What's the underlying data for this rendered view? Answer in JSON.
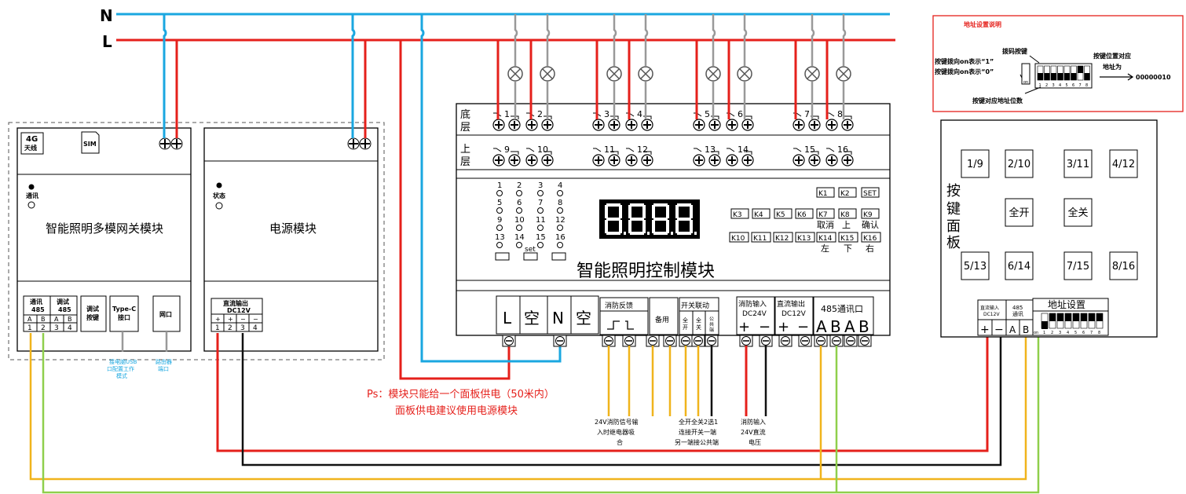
{
  "bus": {
    "n_label": "N",
    "l_label": "L"
  },
  "gateway": {
    "antenna": "4G\n天线",
    "sim": "SIM",
    "led_label": "通讯",
    "title": "智能照明多模网关模块",
    "port_485_comm": "通讯\n485",
    "port_485_debug": "调试\n485",
    "debug_key": "调试\n按键",
    "typec": "Type-C\n接口",
    "net": "网口",
    "terms": [
      "A",
      "B",
      "A",
      "B"
    ],
    "nums": [
      "1",
      "2",
      "3",
      "4"
    ],
    "typec_note": "接电脑USB\n口配置工作\n模式",
    "net_note": "路由器\n端口"
  },
  "power": {
    "led_label": "状态",
    "title": "电源模块",
    "out_label": "直流输出\nDC12V",
    "terms": [
      "+",
      "+",
      "−",
      "−"
    ],
    "nums": [
      "1",
      "2",
      "3",
      "4"
    ]
  },
  "controller": {
    "row_bottom": "底\n层",
    "row_top": "上\n层",
    "relays_bottom": [
      "1",
      "2",
      "3",
      "4",
      "5",
      "6",
      "7",
      "8"
    ],
    "relays_top": [
      "9",
      "10",
      "11",
      "12",
      "13",
      "14",
      "15",
      "16"
    ],
    "leds": [
      "1",
      "2",
      "3",
      "4",
      "5",
      "6",
      "7",
      "8",
      "9",
      "10",
      "11",
      "12",
      "13",
      "14",
      "15",
      "16"
    ],
    "set_label": "set",
    "display": "8.8.8.8",
    "keys_row1": [
      "K1",
      "K2",
      "SET"
    ],
    "keys_row2": [
      "K3",
      "K4",
      "K5",
      "K6",
      "K7",
      "K8",
      "K9"
    ],
    "keys_row2_sub": [
      "取消",
      "上",
      "确认"
    ],
    "keys_row3": [
      "K10",
      "K11",
      "K12",
      "K13",
      "K14",
      "K15",
      "K16"
    ],
    "keys_row3_sub": [
      "左",
      "下",
      "右"
    ],
    "title": "智能照明控制模块",
    "term_L": "L",
    "term_empty": "空",
    "term_N": "N",
    "fire_feedback": "消防反馈",
    "spare": "备用",
    "switch_link": "开关联动",
    "switch_sub": [
      "全\n开",
      "全\n关",
      "公\n共\n端"
    ],
    "fire_in": "消防输入\nDC24V",
    "dc_out": "直流输出\nDC12V",
    "comm485": "485通讯口",
    "term_plus": "+",
    "term_minus": "−",
    "term_A": "A",
    "term_B": "B"
  },
  "notes": {
    "ps": "Ps：模块只能给一个面板供电（50米内）\n面板供电建议使用电源模块",
    "fire_feedback_note": "24V消防信号输\n入时继电器吸\n合",
    "switch_note": "全开全关2选1\n连接开关一端\n另一端接公共端",
    "fire_in_note": "消防输入\n24V直流\n电压"
  },
  "address_info": {
    "title": "地址设置说明",
    "dip_label": "拨码按键",
    "up_note": "按键拨向on表示“1”",
    "down_note": "按键拨向on表示“0”",
    "on": "on",
    "pos_note": "按键对应地址位数",
    "result_title": "按键位置对应\n地址为",
    "result_value": "00000010",
    "dip_nums": [
      "1",
      "2",
      "3",
      "4",
      "5",
      "6",
      "7",
      "8"
    ]
  },
  "panel": {
    "vertical_title": "按\n键\n面\n板",
    "buttons": [
      "1/9",
      "2/10",
      "3/11",
      "4/12",
      "全开",
      "全关",
      "5/13",
      "6/14",
      "7/15",
      "8/16"
    ],
    "dc_in": "直流输入\nDC12V",
    "comm485": "485\n通讯",
    "addr": "地址设置",
    "terms": [
      "+",
      "−",
      "A",
      "B"
    ],
    "on": "on"
  },
  "colors": {
    "live": "#e5201b",
    "neutral": "#1aa7e0",
    "wire_yellow": "#f0b41c",
    "wire_green": "#8fcf4c",
    "wire_black": "#111111",
    "note_red": "#e5201b",
    "note_blue": "#1aa7e0"
  }
}
